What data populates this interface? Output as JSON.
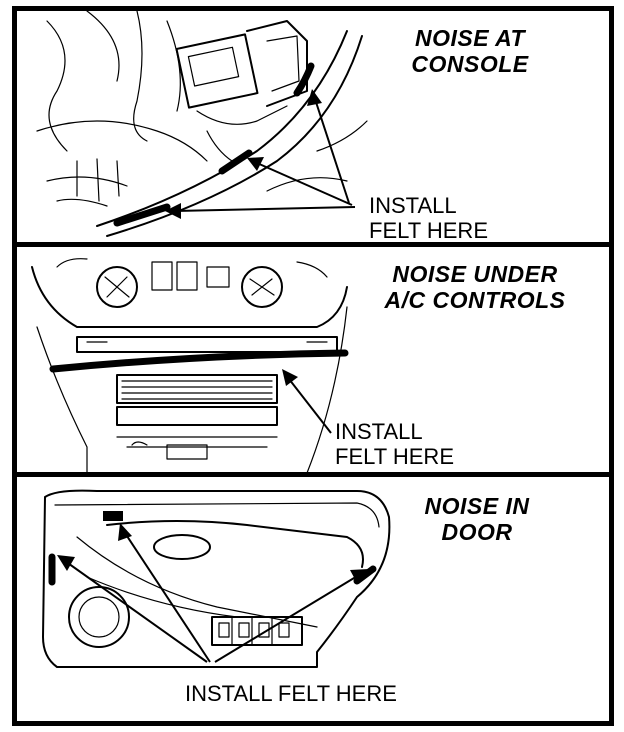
{
  "panels": [
    {
      "title_lines": [
        "NOISE AT",
        "CONSOLE"
      ],
      "callout_lines": [
        "INSTALL",
        "FELT HERE"
      ]
    },
    {
      "title_lines": [
        "NOISE UNDER",
        "A/C CONTROLS"
      ],
      "callout_lines": [
        "INSTALL",
        "FELT HERE"
      ]
    },
    {
      "title_lines": [
        "NOISE IN",
        "DOOR"
      ],
      "callout_lines": [
        "INSTALL FELT HERE"
      ]
    }
  ]
}
